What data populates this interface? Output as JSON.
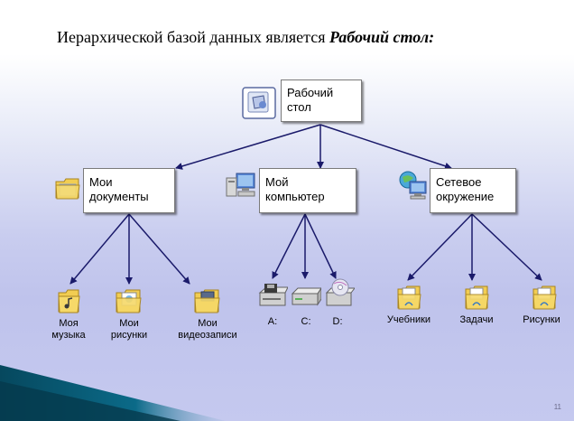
{
  "title": {
    "prefix": "Иерархической базой данных является ",
    "emphasis": "Рабочий стол:"
  },
  "root": {
    "line1": "Рабочий",
    "line2": "стол"
  },
  "branches": [
    {
      "line1": "Мои",
      "line2": "документы",
      "children": [
        {
          "line1": "Моя",
          "line2": "музыка"
        },
        {
          "line1": "Мои",
          "line2": "рисунки"
        },
        {
          "line1": "Мои",
          "line2": "видеозаписи"
        }
      ]
    },
    {
      "line1": "Мой",
      "line2": "компьютер",
      "children": [
        {
          "line1": "A:",
          "line2": ""
        },
        {
          "line1": "C:",
          "line2": ""
        },
        {
          "line1": "D:",
          "line2": ""
        }
      ]
    },
    {
      "line1": "Сетевое",
      "line2": "окружение",
      "children": [
        {
          "line1": "Учебники",
          "line2": ""
        },
        {
          "line1": "Задачи",
          "line2": ""
        },
        {
          "line1": "Рисунки",
          "line2": ""
        }
      ]
    }
  ],
  "page_number": "11",
  "colors": {
    "connector": "#1a1a6a",
    "folder": "#f0c848",
    "background": "#c9cdef",
    "wedge": "#0b5a75"
  }
}
